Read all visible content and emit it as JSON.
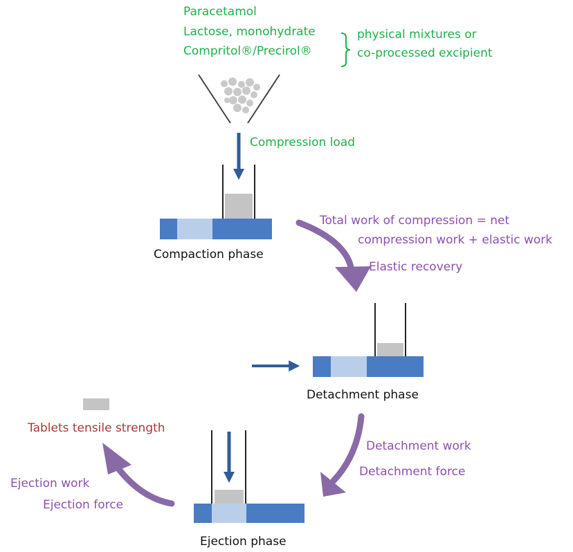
{
  "ingredients": [
    "Paracetamol",
    "Lactose, monohydrate",
    "Compritol®/Precirol®"
  ],
  "mixture_label": [
    "physical mixtures or",
    "co-processed excipient"
  ],
  "compression_label": "Compression load",
  "phases": {
    "compaction": "Compaction phase",
    "detachment": "Detachment phase",
    "ejection": "Ejection phase"
  },
  "compaction_to_detachment": [
    "Total work of compression = net",
    "compression work + elastic work",
    "Elastic recovery"
  ],
  "detachment_to_ejection": [
    "Detachment work",
    "Detachment force"
  ],
  "ejection_to_tablet": [
    "Ejection work",
    "Ejection force"
  ],
  "tablet_label": "Tablets tensile strength",
  "colors": {
    "green_text": "#1fb04a",
    "purple_text": "#8d4fb0",
    "red_text": "#a33a3a",
    "die_blue": "#4a7cc4",
    "die_light_blue": "#b9cfe9",
    "powder_gray": "#c4c4c4",
    "arrow_blue": "#2f5d99",
    "arrow_purple": "#8a6aa6"
  }
}
